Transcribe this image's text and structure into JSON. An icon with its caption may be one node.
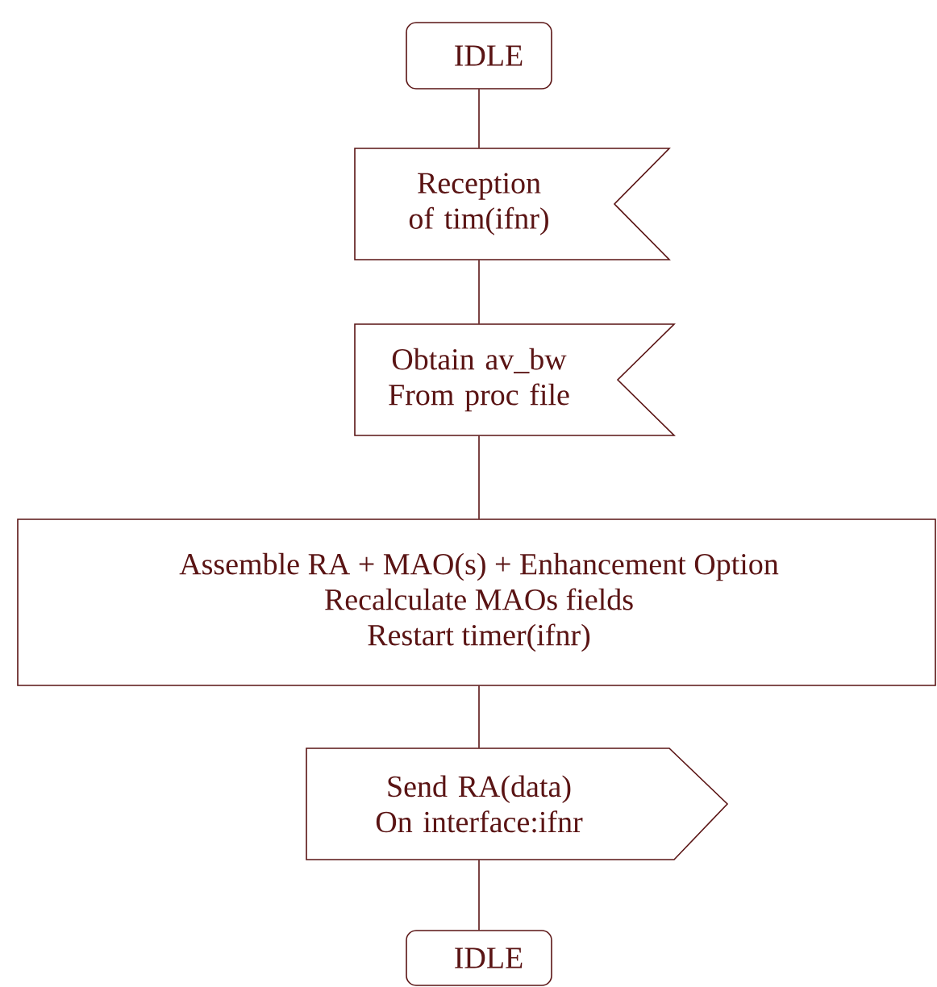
{
  "diagram": {
    "nodes": [
      {
        "text": [
          "IDLE"
        ]
      },
      {
        "text": [
          "Reception of tim(ifnr)"
        ]
      },
      {
        "text": [
          "Obtain av_bw From proc file"
        ]
      },
      {
        "text": [
          "Assemble RA + MAO(s) + Enhancement Option",
          "Recalculate MAOs fields",
          "Restart timer(ifnr)"
        ]
      },
      {
        "text": [
          "Send RA(data) On interface:ifnr"
        ]
      },
      {
        "text": [
          "IDLE"
        ]
      }
    ],
    "edges": [
      {
        "from": 0,
        "to": 1,
        "arrow": "none"
      },
      {
        "from": 1,
        "to": 2,
        "arrow": "none"
      },
      {
        "from": 2,
        "to": 3,
        "arrow": "none"
      },
      {
        "from": 3,
        "to": 4,
        "arrow": "none"
      },
      {
        "from": 4,
        "to": 5,
        "arrow": "none"
      }
    ]
  }
}
